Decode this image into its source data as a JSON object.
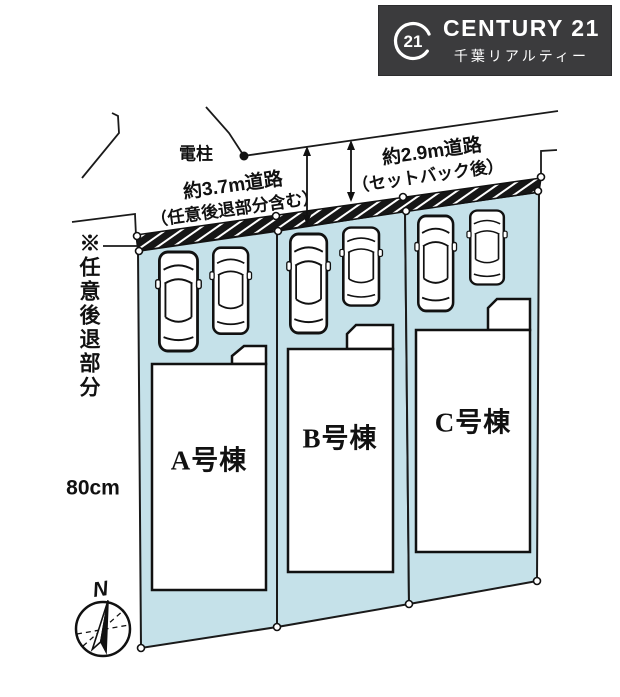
{
  "logo": {
    "badge": "21",
    "brand": "CENTURY 21",
    "subtitle": "千葉リアルティー"
  },
  "labels": {
    "utility_pole": "電柱",
    "road_front_l1": "約3.7m道路",
    "road_front_l2": "（任意後退部分含む）",
    "road_side_l1": "約2.9m道路",
    "road_side_l2": "（セットバック後）",
    "setback_note": "※任意後退部分",
    "setback_size": "80cm",
    "compass_north": "N"
  },
  "lots": [
    {
      "name": "A号棟",
      "cars_parked": 2
    },
    {
      "name": "B号棟",
      "cars_parked": 2
    },
    {
      "name": "C号棟",
      "cars_parked": 2
    }
  ],
  "colors": {
    "lot_fill": "#c5e1e9",
    "line": "#1a1a1a",
    "logo_bg": "#3b3b3d",
    "hatch_dark": "#161616"
  }
}
